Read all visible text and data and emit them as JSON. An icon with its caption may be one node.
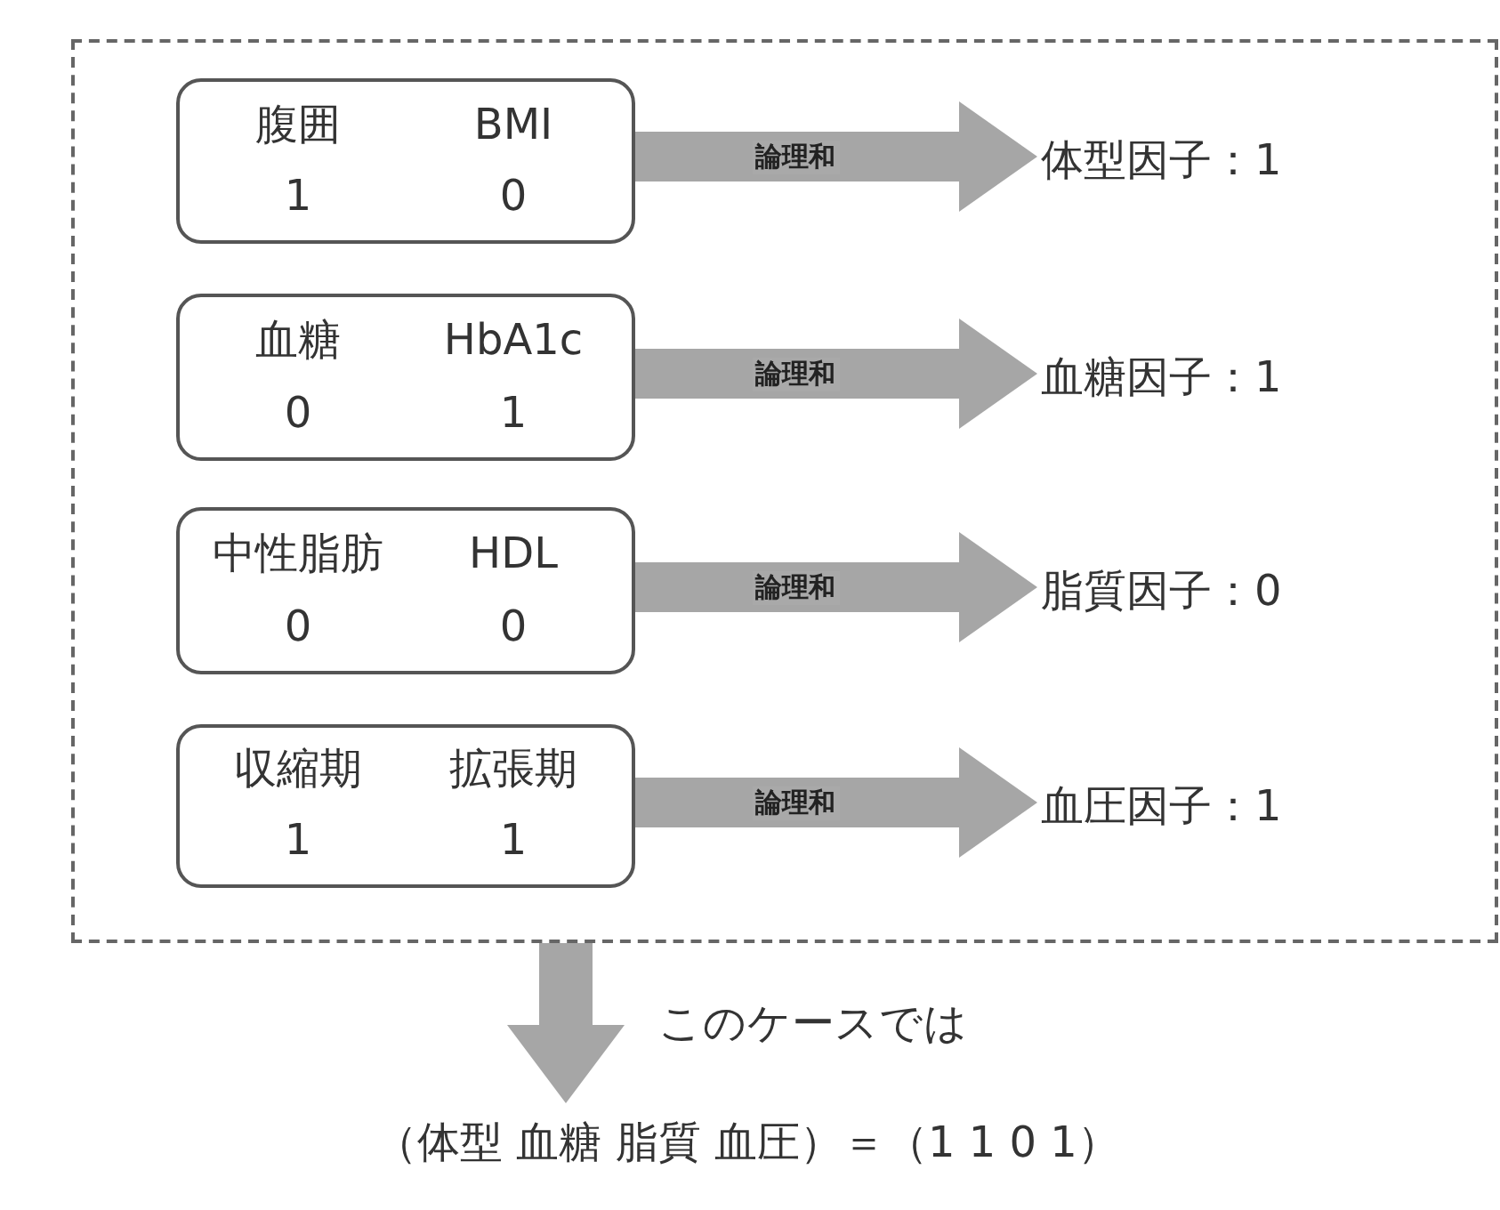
{
  "diagram": {
    "nodes": [
      {
        "text": [],
        "shape": "box"
      },
      {
        "text": [
          "腹囲",
          "BMI",
          "1",
          "0"
        ],
        "in": 0
      },
      {
        "text": [
          "血糖",
          "HbA1c",
          "0",
          "1"
        ],
        "in": 0
      },
      {
        "text": [
          "中性脂肪",
          "HDL",
          "0",
          "0"
        ],
        "in": 0
      },
      {
        "text": [
          "収縮期",
          "拡張期",
          "1",
          "1"
        ],
        "in": 0
      },
      {
        "text": [
          "体型因子：1"
        ],
        "in": 0
      },
      {
        "text": [
          "血糖因子：1"
        ],
        "in": 0
      },
      {
        "text": [
          "脂質因子：0"
        ],
        "in": 0
      },
      {
        "text": [
          "血圧因子：1"
        ],
        "in": 0
      },
      {
        "text": [
          "（体型 血糖 脂質 血圧）＝（1 1 0 1）"
        ]
      }
    ],
    "edges": [
      {
        "from": 1,
        "to": 5,
        "arrow": "to",
        "label": "論理和"
      },
      {
        "from": 2,
        "to": 6,
        "arrow": "to",
        "label": "論理和"
      },
      {
        "from": 3,
        "to": 7,
        "arrow": "to",
        "label": "論理和"
      },
      {
        "from": 4,
        "to": 8,
        "arrow": "to",
        "label": "論理和"
      },
      {
        "from": 0,
        "to": 9,
        "arrow": "to",
        "label": "このケースでは"
      }
    ]
  }
}
